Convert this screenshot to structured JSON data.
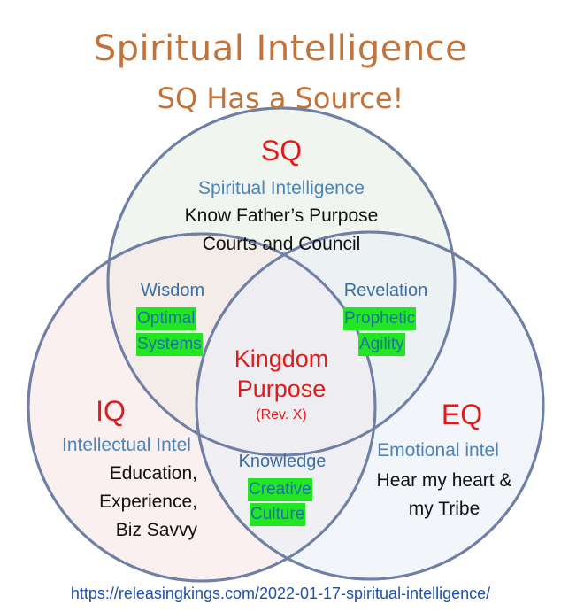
{
  "title": "Spiritual Intelligence",
  "subtitle": "SQ Has a Source!",
  "circles": {
    "sq": {
      "heading": "SQ",
      "label": "Spiritual Intelligence",
      "lines": [
        "Know Father’s Purpose",
        "Courts and Council"
      ],
      "fill": "#eef3ec"
    },
    "iq": {
      "heading": "IQ",
      "label": "Intellectual Intel",
      "lines": [
        "Education,",
        "Experience,",
        "Biz Savvy"
      ],
      "fill": "#f7e6e4"
    },
    "eq": {
      "heading": "EQ",
      "label": "Emotional intel",
      "lines": [
        "Hear my heart &",
        "my Tribe"
      ],
      "fill": "#e9eef6"
    }
  },
  "overlaps": {
    "wisdom": {
      "label": "Wisdom",
      "highlight": [
        "Optimal",
        "Systems"
      ]
    },
    "revelation": {
      "label": "Revelation",
      "highlight": [
        "Prophetic",
        "Agility"
      ]
    },
    "knowledge": {
      "label": "Knowledge",
      "highlight": [
        "Creative",
        "Culture"
      ]
    }
  },
  "center": {
    "lines": [
      "Kingdom",
      "Purpose"
    ],
    "ref": "(Rev. X)"
  },
  "link": "https://releasingkings.com/2022-01-17-spiritual-intelligence/",
  "colors": {
    "title": "#c0733a",
    "heading": "#e01b1b",
    "stroke": "#6f7fa6",
    "highlight": "#22e622"
  }
}
